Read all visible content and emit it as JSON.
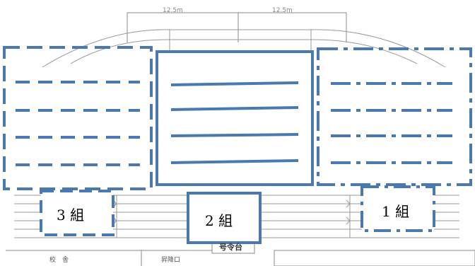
{
  "diagram": {
    "measurements": {
      "left": "12.5m",
      "right": "12.5m"
    },
    "groups": {
      "left": "3 組",
      "center": "2 組",
      "right": "1 組"
    },
    "buildings": {
      "stand": "号令台",
      "school_building": "校　舎",
      "entrance": "昇降口"
    },
    "colors": {
      "zone_blue": "#4a78b0",
      "field_line": "#8a8a8a"
    }
  }
}
